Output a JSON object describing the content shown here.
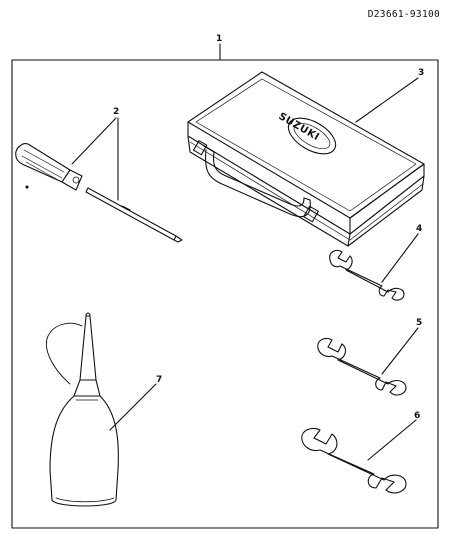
{
  "drawing_code": "D23661-93100",
  "callouts": {
    "kit": "1",
    "screwdriver": "2",
    "tool_case": "3",
    "wrench_small": "4",
    "wrench_medium": "5",
    "wrench_large": "6",
    "oil_can": "7"
  },
  "case_logo": "SUZUKI"
}
